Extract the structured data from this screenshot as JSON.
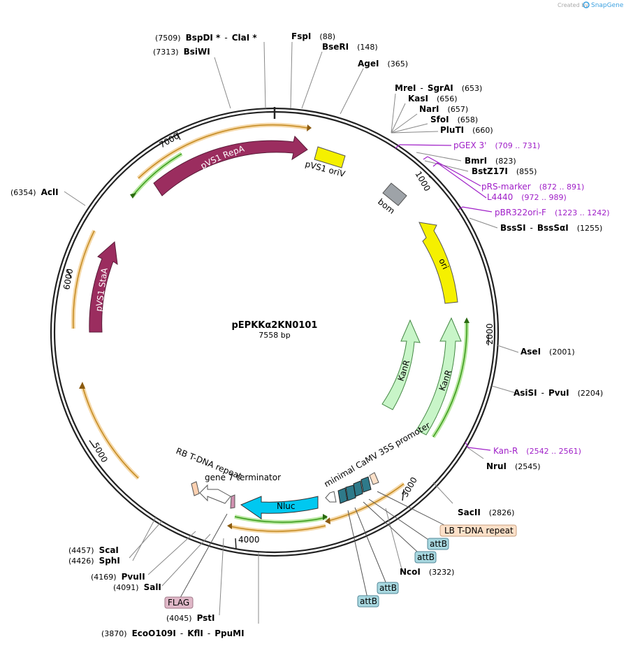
{
  "brand": {
    "created_by": "Created by",
    "app": "SnapGene"
  },
  "plasmid": {
    "name": "pEPKKα2KN0101",
    "length": "7558 bp"
  },
  "scale_ticks": [
    "1000",
    "2000",
    "3000",
    "4000",
    "5000",
    "6000",
    "7000"
  ],
  "enzymes": [
    {
      "name": "BspDI *",
      "name2": "ClaI *",
      "pos": "(7509)"
    },
    {
      "name": "FspI",
      "pos": "(88)"
    },
    {
      "name": "BseRI",
      "pos": "(148)"
    },
    {
      "name": "BsiWI",
      "pos": "(7313)"
    },
    {
      "name": "AgeI",
      "pos": "(365)"
    },
    {
      "name": "MreI",
      "name2": "SgrAI",
      "pos": "(653)"
    },
    {
      "name": "KasI",
      "pos": "(656)"
    },
    {
      "name": "NarI",
      "pos": "(657)"
    },
    {
      "name": "SfoI",
      "pos": "(658)"
    },
    {
      "name": "PluTI",
      "pos": "(660)"
    },
    {
      "name": "BmrI",
      "pos": "(823)"
    },
    {
      "name": "BstZ17I",
      "pos": "(855)"
    },
    {
      "name": "BssSI",
      "name2": "BssSαI",
      "pos": "(1255)"
    },
    {
      "name": "AclI",
      "pos": "(6354)"
    },
    {
      "name": "AseI",
      "pos": "(2001)"
    },
    {
      "name": "AsiSI",
      "name2": "PvuI",
      "pos": "(2204)"
    },
    {
      "name": "NruI",
      "pos": "(2545)"
    },
    {
      "name": "SacII",
      "pos": "(2826)"
    },
    {
      "name": "NcoI",
      "pos": "(3232)"
    },
    {
      "name": "ScaI",
      "pos": "(4457)"
    },
    {
      "name": "SphI",
      "pos": "(4426)"
    },
    {
      "name": "PvuII",
      "pos": "(4169)"
    },
    {
      "name": "SalI",
      "pos": "(4091)"
    },
    {
      "name": "PstI",
      "pos": "(4045)"
    },
    {
      "name": "EcoO109I",
      "name2": "KflI",
      "name3": "PpuMI",
      "pos": "(3870)"
    }
  ],
  "primers": [
    {
      "name": "pGEX 3'",
      "range": "(709 .. 731)"
    },
    {
      "name": "pRS-marker",
      "range": "(872 .. 891)"
    },
    {
      "name": "L4440",
      "range": "(972 .. 989)"
    },
    {
      "name": "pBR322ori-F",
      "range": "(1223 .. 1242)"
    },
    {
      "name": "Kan-R",
      "range": "(2542 .. 2561)"
    }
  ],
  "features": {
    "pvs1_repa": "pVS1 RepA",
    "pvs1_oriv": "pVS1 oriV",
    "bom": "bom",
    "ori": "ori",
    "pvs1_staa": "pVS1 StaA",
    "kanr_inner": "KanR",
    "kanr_outer": "KanR",
    "promoter": "minimal CaMV 35S promoter",
    "rb": "RB T-DNA repeat",
    "gene7": "gene 7 terminator",
    "nluc": "Nluc",
    "lb": "LB T-DNA repeat",
    "attb": [
      "attB",
      "attB",
      "attB",
      "attB"
    ],
    "flag": "FLAG"
  },
  "colors": {
    "backbone": "#222222",
    "repa": "#9b2d5f",
    "oriv": "#f5f000",
    "bom": "#9ea3a8",
    "ori": "#f5f000",
    "kanr": "#c8f5c8",
    "nluc": "#00c8f0",
    "orf": "#f0b040",
    "orf_green": "#3a9a1a",
    "primer": "#a020c8",
    "attb": "#a8d8e0",
    "lb": "#fce0c8",
    "flag": "#e0b8c8",
    "brand": "#3aa0e0"
  }
}
